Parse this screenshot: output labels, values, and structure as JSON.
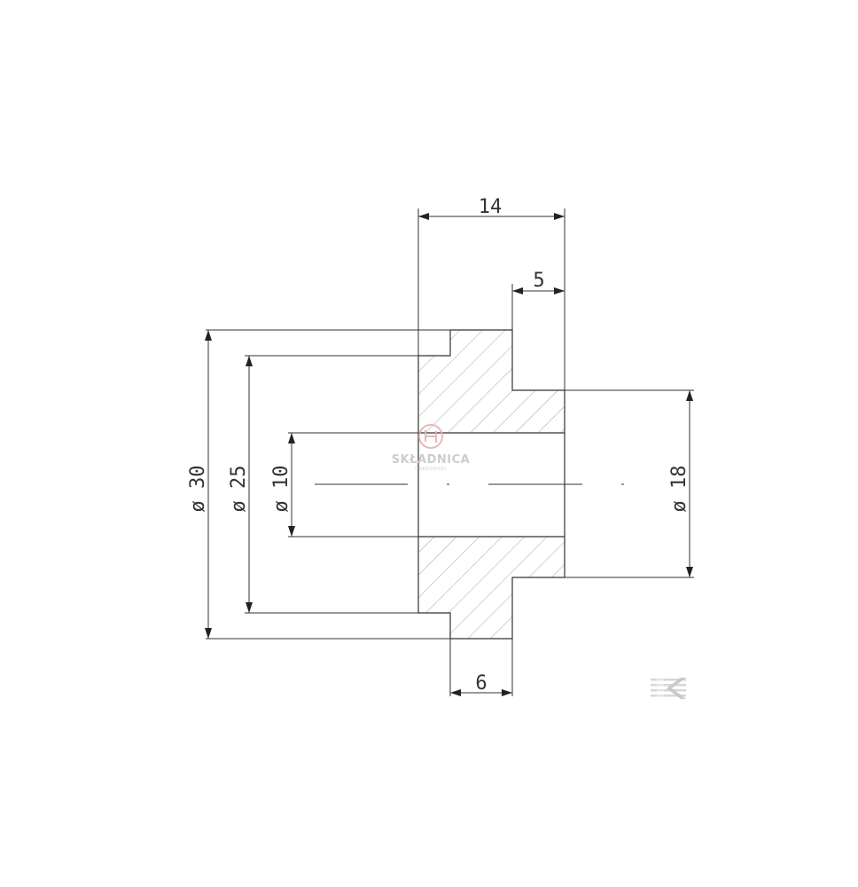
{
  "drawing": {
    "dimensions": {
      "overall_length": "14",
      "hub_length": "5",
      "flange_step": "6",
      "outer_diameter": "ø 30",
      "recess_diameter": "ø 25",
      "bore_diameter": "ø 10",
      "hub_diameter": "ø 18"
    },
    "colors": {
      "line": "#333333",
      "hatch": "#9a9a9a",
      "watermark": "#c8c8c8",
      "watermark_logo": "#e8b0b0"
    }
  },
  "watermark": {
    "brand": "SKŁADNICA",
    "sub": "DĄBROWSKI"
  }
}
